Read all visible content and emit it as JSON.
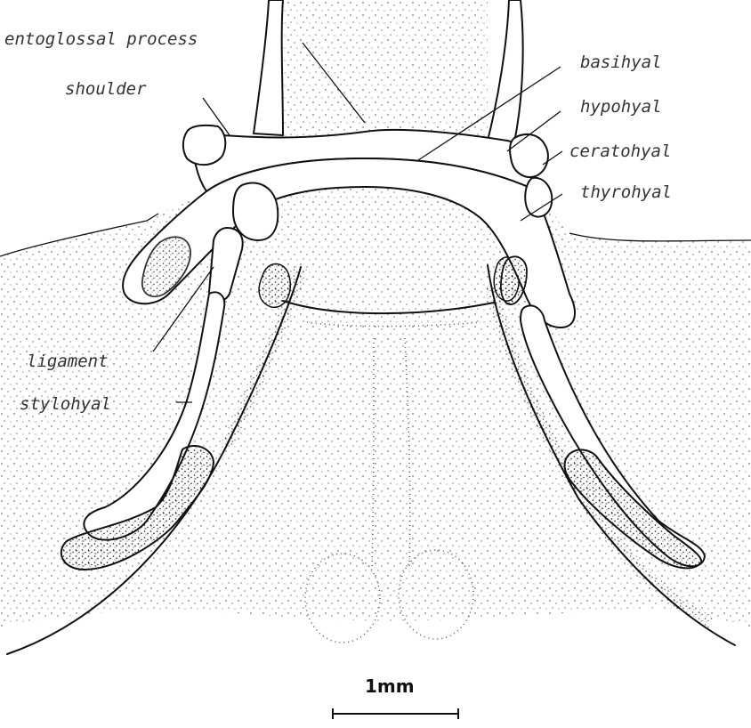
{
  "labels": {
    "entoglossal_process": "entoglossal process",
    "shoulder": "shoulder",
    "basihyal": "basihyal",
    "hypohyal": "hypohyal",
    "ceratohyal": "ceratohyal",
    "thyrohyal": "thyrohyal",
    "ligament": "ligament",
    "stylohyal": "stylohyal"
  },
  "scale_bar": {
    "label": "1mm"
  },
  "colors": {
    "ink": "#111111",
    "label": "#333333",
    "background": "#ffffff"
  }
}
